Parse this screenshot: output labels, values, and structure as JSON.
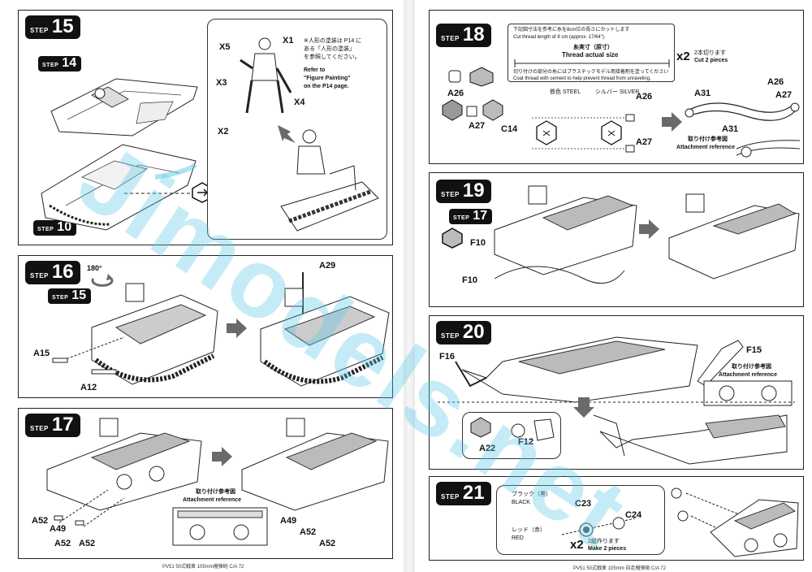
{
  "steps": {
    "s15": {
      "word": "STEP",
      "num": "15"
    },
    "s14": {
      "word": "STEP",
      "num": "14"
    },
    "s10": {
      "word": "STEP",
      "num": "10"
    },
    "s16": {
      "word": "STEP",
      "num": "16"
    },
    "s16_ref": {
      "word": "STEP",
      "num": "15"
    },
    "s17": {
      "word": "STEP",
      "num": "17"
    },
    "s18": {
      "word": "STEP",
      "num": "18"
    },
    "s19": {
      "word": "STEP",
      "num": "19"
    },
    "s19_ref": {
      "word": "STEP",
      "num": "17"
    },
    "s20": {
      "word": "STEP",
      "num": "20"
    },
    "s21": {
      "word": "STEP",
      "num": "21"
    }
  },
  "step15": {
    "labels": {
      "x5": "X5",
      "x1": "X1",
      "x3": "X3",
      "x4": "X4",
      "x2": "X2"
    },
    "note_jp": [
      "※人形の塗装は P14 に",
      "ある「人形の塗装」",
      "を参照してください。"
    ],
    "note_en": [
      "Refer to",
      "\"Figure Painting\"",
      "on the P14 page."
    ]
  },
  "step16": {
    "rotate": "180°",
    "labels": {
      "a29": "A29",
      "a15": "A15",
      "a12": "A12"
    }
  },
  "step17": {
    "labels": {
      "a52a": "A52",
      "a49a": "A49",
      "a52b": "A52",
      "a52c": "A52",
      "a49b": "A49",
      "a52d": "A52",
      "a52e": "A52"
    },
    "attach_jp": "取り付け参考図",
    "attach_en": "Attachment reference"
  },
  "step18": {
    "thread_note_jp": "下記図寸法を参考に糸を8cm位の長さにカットします",
    "thread_note_en": "Cut thread length of 8 cm (approx. 17/64\").",
    "actual_jp": "糸実寸（原寸）",
    "actual_en": "Thread actual size",
    "mult": "x2",
    "mult_jp": "2本切ります",
    "mult_en": "Cut 2 pieces",
    "glue_jp": "切り付けの部分の糸にはプラスチックモデル用接着剤を塗ってください",
    "glue_en": "Coat thread with cement to help prevent thread from unraveling.",
    "paint1": "鉄色 STEEL",
    "paint2": "シルバー SILVER",
    "labels": {
      "a26a": "A26",
      "a27a": "A27",
      "a26b": "A26",
      "c14": "C14",
      "a27b": "A27",
      "a31a": "A31",
      "a26c": "A26",
      "a27c": "A27",
      "a31b": "A31"
    },
    "attach_jp": "取り付け参考図",
    "attach_en": "Attachment reference"
  },
  "step19": {
    "labels": {
      "f10a": "F10",
      "f10b": "F10"
    }
  },
  "step20": {
    "labels": {
      "f16": "F16",
      "f15": "F15",
      "a22": "A22",
      "f12": "F12"
    },
    "attach_jp": "取り付け参考図",
    "attach_en": "Attachment reference"
  },
  "step21": {
    "paint_black_jp": "ブラック（黒）",
    "paint_black_en": "BLACK",
    "paint_red_jp": "レッド（赤）",
    "paint_red_en": "RED",
    "labels": {
      "c23": "C23",
      "c24": "C24"
    },
    "mult": "x2",
    "mult_jp": "2組作ります",
    "mult_en": "Make 2 pieces"
  },
  "footer": {
    "left": "PV51 50式戦車 105mm榴弾砲 C/A 72",
    "right": "PV51 50式戦車 105mm 自走榴弾砲 C/A 72"
  },
  "watermark": "Jimodels.net",
  "colors": {
    "badge": "#111111",
    "arrow": "#6a6a6a",
    "watermark": "#5ac8e6"
  }
}
